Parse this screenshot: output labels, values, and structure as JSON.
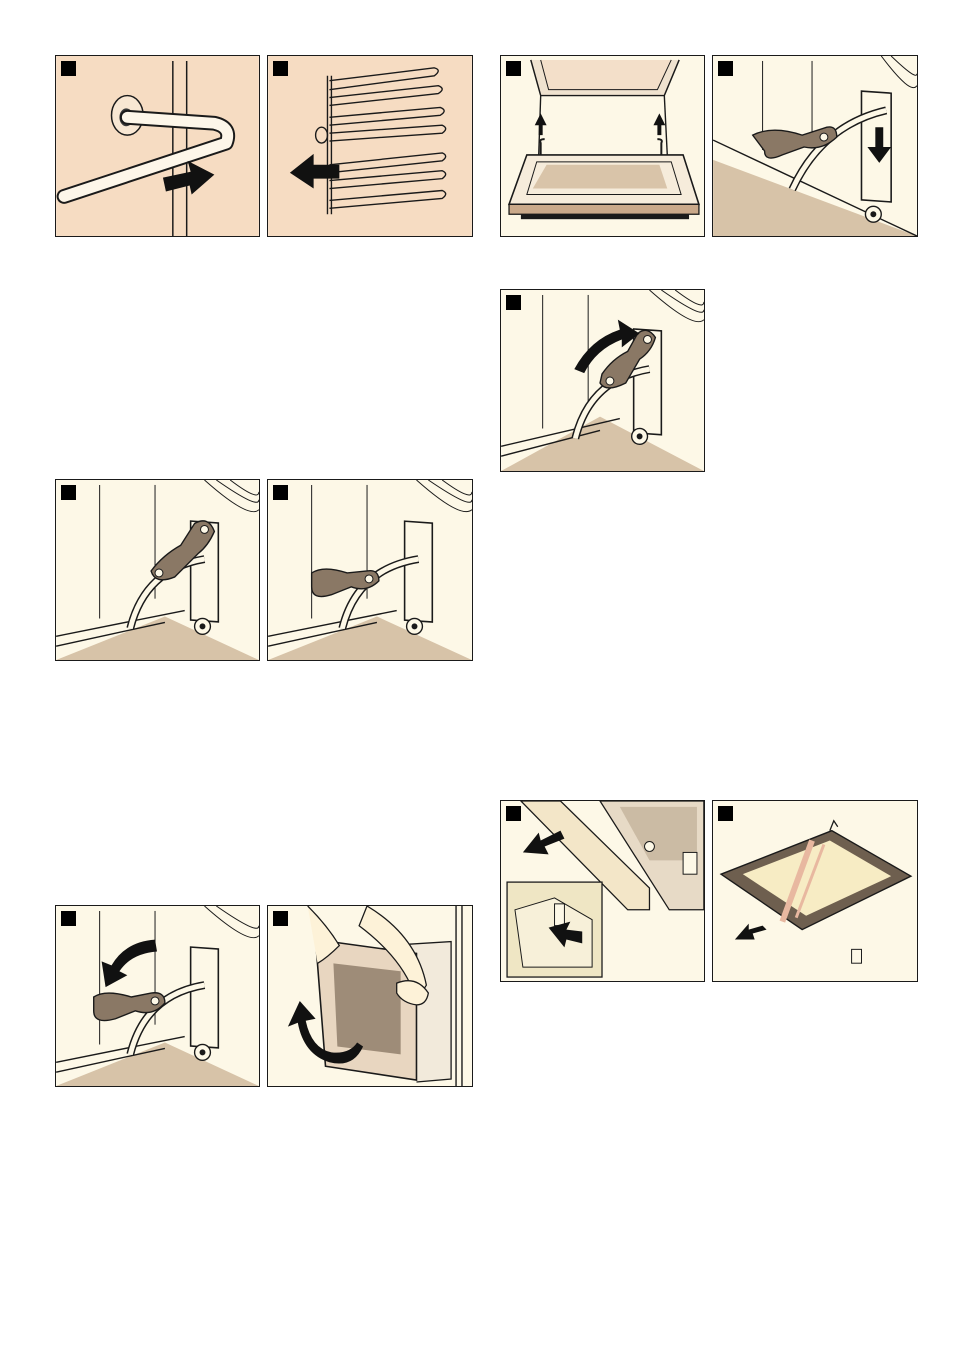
{
  "colors": {
    "panel_peach": "#f6dcc2",
    "panel_cream": "#fdf8e7",
    "floor_tan": "#d7c3a8",
    "lever_brown": "#8a7865",
    "ink": "#1a1a1a",
    "window_tan": "#9e8c78"
  },
  "figures": [
    {
      "id": "rail-slide-right",
      "step_marker": "black-square",
      "icons": [
        "arrow-right-icon"
      ]
    },
    {
      "id": "rack-pull-left",
      "step_marker": "black-square",
      "icons": [
        "arrow-left-icon"
      ]
    },
    {
      "id": "door-hinges-up",
      "step_marker": "black-square",
      "icons": [
        "arrow-up-icon",
        "arrow-up-icon"
      ]
    },
    {
      "id": "hinge-lever-down",
      "step_marker": "black-square",
      "icons": [
        "arrow-down-icon"
      ]
    },
    {
      "id": "hinge-lever-flip-up",
      "step_marker": "black-square",
      "icons": [
        "curved-arrow-icon"
      ]
    },
    {
      "id": "hinge-lever-open",
      "step_marker": "black-square",
      "icons": []
    },
    {
      "id": "hinge-lever-closed",
      "step_marker": "black-square",
      "icons": []
    },
    {
      "id": "hinge-lever-flip-down",
      "step_marker": "black-square",
      "icons": [
        "curved-arrow-icon"
      ]
    },
    {
      "id": "door-lift-off",
      "step_marker": "black-square",
      "icons": [
        "curved-arrow-icon"
      ]
    },
    {
      "id": "door-trim-release",
      "step_marker": "black-square",
      "icons": [
        "arrow-down-left-icon",
        "arrow-press-icon"
      ]
    },
    {
      "id": "door-glass-remove",
      "step_marker": "black-square",
      "icons": [
        "arrow-down-left-icon"
      ]
    }
  ]
}
